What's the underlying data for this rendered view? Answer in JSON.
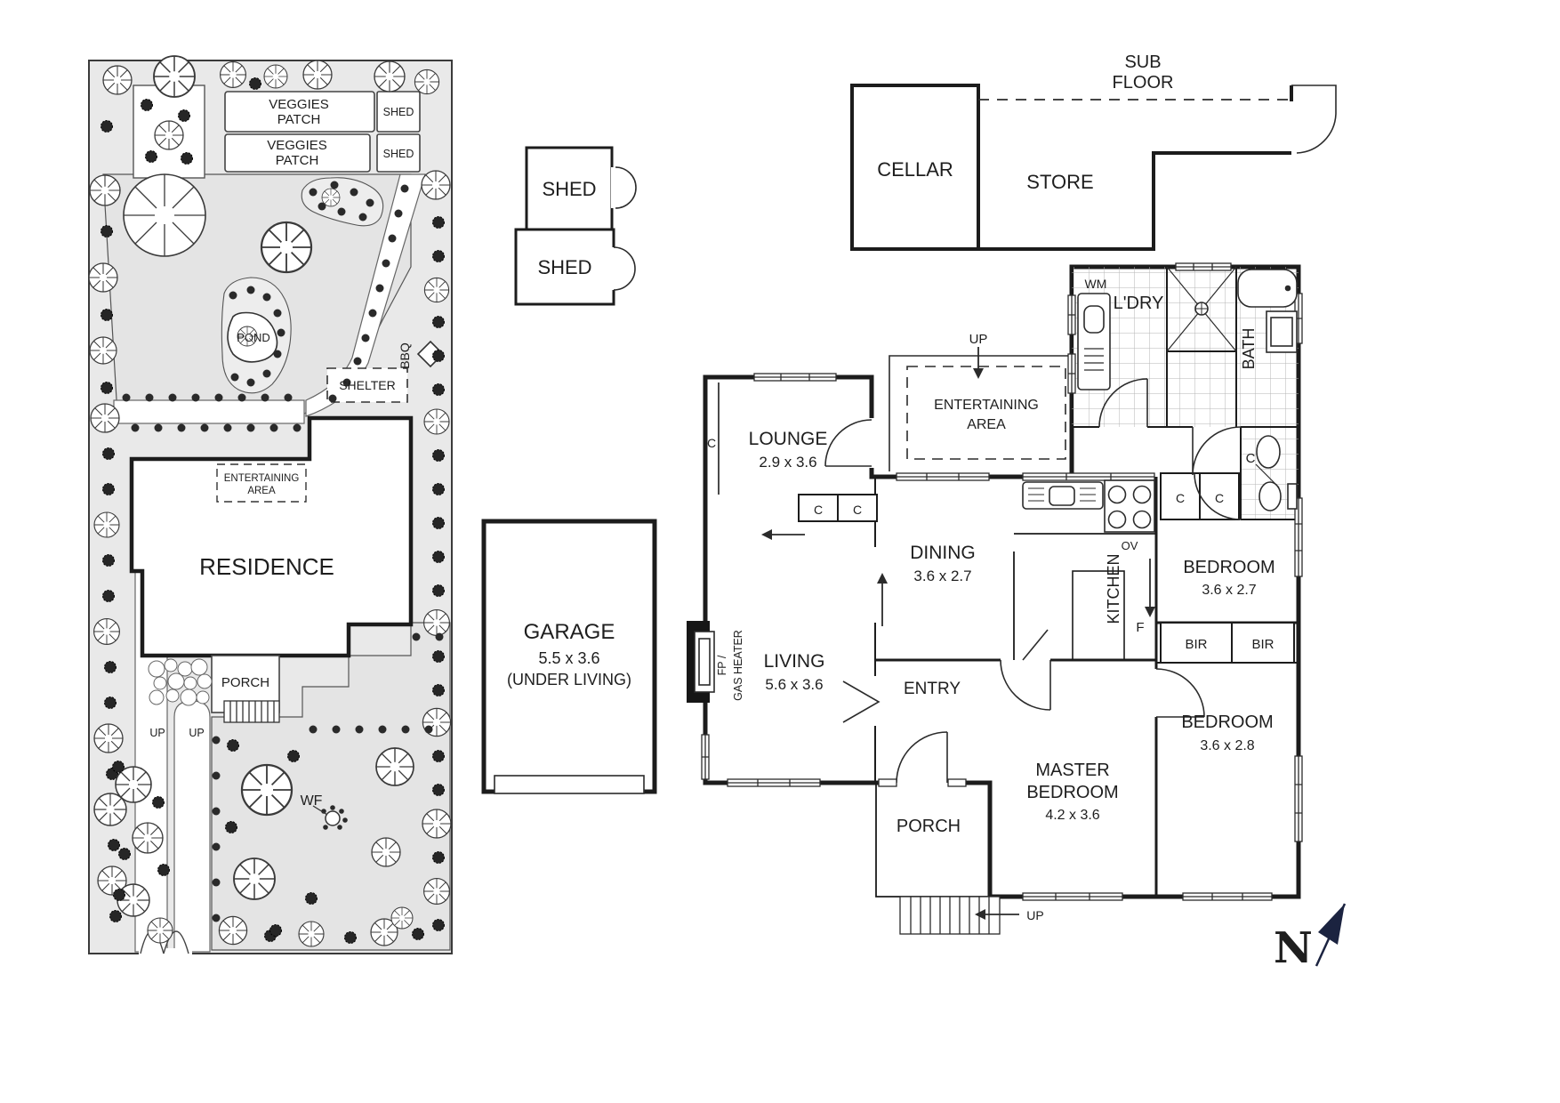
{
  "colors": {
    "wall": "#1c1c1c",
    "line": "#2b2b2b",
    "site_fill": "#e9e9e9",
    "garden_fill": "#e4e4e4",
    "blob_fill": "#ededed",
    "compass": "#1b2340"
  },
  "site_plan": {
    "veggies_line1": "VEGGIES",
    "veggies_line2": "PATCH",
    "shed": "SHED",
    "pond": "POND",
    "shelter": "SHELTER",
    "bbq": "BBQ",
    "entertaining_line1": "ENTERTAINING",
    "entertaining_line2": "AREA",
    "residence": "RESIDENCE",
    "porch": "PORCH",
    "up": "UP",
    "wf": "WF"
  },
  "outbuildings": {
    "shed": "SHED",
    "garage_name": "GARAGE",
    "garage_size": "5.5 x 3.6",
    "garage_note": "(UNDER LIVING)"
  },
  "subfloor": {
    "sub_line1": "SUB",
    "sub_line2": "FLOOR",
    "cellar": "CELLAR",
    "store": "STORE"
  },
  "floor_plan": {
    "wm": "WM",
    "laundry": "L'DRY",
    "bath": "BATH",
    "closet": "C",
    "up": "UP",
    "entertaining_line1": "ENTERTAINING",
    "entertaining_line2": "AREA",
    "lounge_name": "LOUNGE",
    "lounge_size": "2.9 x 3.6",
    "dining_name": "DINING",
    "dining_size": "3.6 x 2.7",
    "kitchen": "KITCHEN",
    "oven": "OV",
    "fridge": "F",
    "bedroom1_name": "BEDROOM",
    "bedroom1_size": "3.6 x 2.7",
    "bir": "BIR",
    "bedroom2_name": "BEDROOM",
    "bedroom2_size": "3.6 x 2.8",
    "living_name": "LIVING",
    "living_size": "5.6 x 3.6",
    "fp_line1": "FP /",
    "fp_line2": "GAS HEATER",
    "entry": "ENTRY",
    "master_line1": "MASTER",
    "master_line2": "BEDROOM",
    "master_size": "4.2 x 3.6",
    "porch": "PORCH",
    "stairs_up": "UP"
  },
  "compass": {
    "north": "N"
  }
}
